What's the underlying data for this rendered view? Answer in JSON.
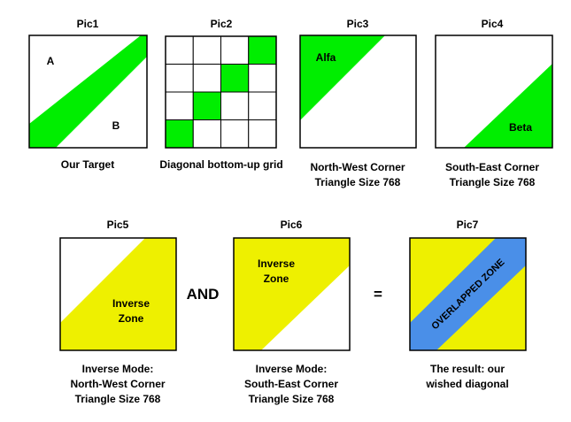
{
  "colors": {
    "green": "#00ee00",
    "yellow": "#eef000",
    "blue": "#4a8fe8",
    "stroke": "#000000",
    "background": "#ffffff"
  },
  "pics": {
    "pic1": {
      "title": "Pic1",
      "label_a": "A",
      "label_b": "B",
      "caption": [
        "Our Target"
      ]
    },
    "pic2": {
      "title": "Pic2",
      "caption": [
        "Diagonal bottom-up grid"
      ],
      "grid_size": 4,
      "filled_cells_row_col": [
        [
          0,
          3
        ],
        [
          1,
          2
        ],
        [
          2,
          1
        ],
        [
          3,
          0
        ]
      ]
    },
    "pic3": {
      "title": "Pic3",
      "label": "Alfa",
      "caption": [
        "North-West Corner",
        "Triangle Size 768"
      ]
    },
    "pic4": {
      "title": "Pic4",
      "label": "Beta",
      "caption": [
        "South-East Corner",
        "Triangle Size 768"
      ]
    },
    "pic5": {
      "title": "Pic5",
      "label": [
        "Inverse",
        "Zone"
      ],
      "caption": [
        "Inverse Mode:",
        "North-West Corner",
        "Triangle Size 768"
      ]
    },
    "pic6": {
      "title": "Pic6",
      "label": [
        "Inverse",
        "Zone"
      ],
      "caption": [
        "Inverse Mode:",
        "South-East Corner",
        "Triangle Size 768"
      ]
    },
    "pic7": {
      "title": "Pic7",
      "label": "OVERLAPPED ZONE",
      "caption": [
        "The result: our",
        "wished diagonal"
      ]
    }
  },
  "operators": {
    "and": "AND",
    "equals": "="
  }
}
